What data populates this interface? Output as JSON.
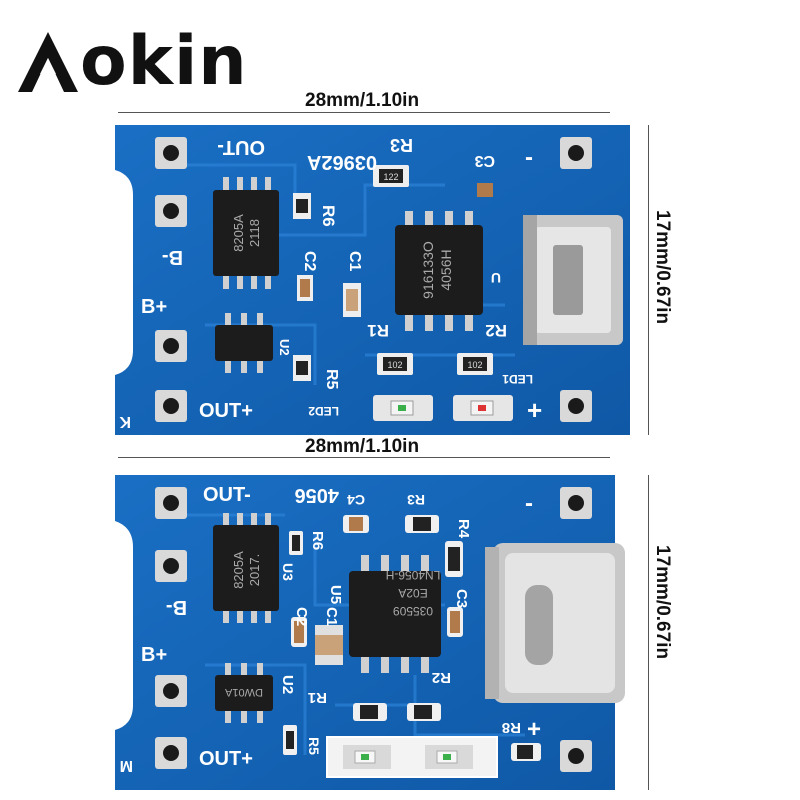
{
  "brand": {
    "name": "okin"
  },
  "dimensions": {
    "top_width": "28mm/1.10in",
    "top_height": "17mm/0.67in",
    "bottom_width": "28mm/1.10in",
    "bottom_height": "17mm/0.67in"
  },
  "board_top": {
    "labels": {
      "out_minus": "OUT-",
      "out_plus": "OUT+",
      "b_minus": "B-",
      "b_plus": "B+",
      "code": "03962A",
      "r3": "R3",
      "c3": "C3",
      "r6": "R6",
      "c2": "C2",
      "c1": "C1",
      "r1": "R1",
      "r2": "R2",
      "r5": "R5",
      "u2": "U2",
      "u1": "U",
      "led1": "LED1",
      "led2": "LED2",
      "k": "K",
      "minus": "-",
      "plus": "+",
      "chip1_line1": "8205A",
      "chip1_line2": "2118",
      "chip2_line1": "916133O",
      "chip2_line2": "4056H",
      "res_122": "122",
      "res_102a": "102",
      "res_102b": "102"
    }
  },
  "board_bottom": {
    "labels": {
      "out_minus": "OUT-",
      "out_plus": "OUT+",
      "b_minus": "B-",
      "b_plus": "B+",
      "code": "4056",
      "r3": "R3",
      "c4": "C4",
      "r4": "R4",
      "r6": "R6",
      "u3": "U3",
      "c2": "C2",
      "c1": "C1",
      "u5": "U5",
      "c3": "C3",
      "u2": "U2",
      "r1": "R1",
      "r2": "R2",
      "r5": "R5",
      "r8": "R8",
      "m": "M",
      "minus": "-",
      "plus": "+",
      "chip1_line1": "8205A",
      "chip1_line2": "2017.",
      "chip2_line1": "LN4056-H",
      "chip2_line2": "E02A",
      "chip2_line3": "035509",
      "chip3_line1": "DW01A"
    }
  },
  "colors": {
    "pcb": "#1565b8",
    "pcb_dark": "#0d4f96",
    "pad": "#d9d9d9",
    "silk": "#ffffff",
    "chip": "#1c1c1c"
  }
}
